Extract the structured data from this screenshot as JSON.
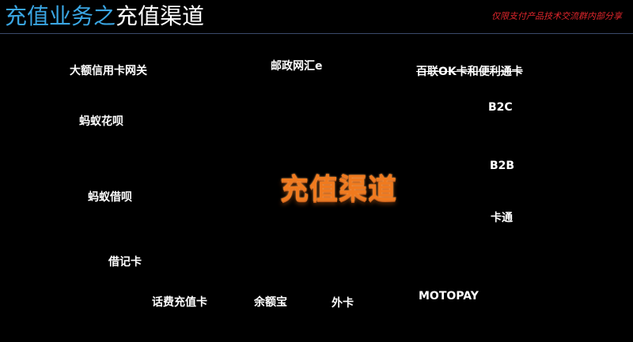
{
  "header": {
    "title_part1": "充值业务之",
    "title_part2": "充值渠道",
    "notice": "仅限支付产品技术交流群内部分享"
  },
  "center_label": "充值渠道",
  "channels": {
    "large_credit_gateway": "大额信用卡网关",
    "postal_ehui": "邮政网汇e",
    "bailian_ok_card": "百联OK卡和便利通卡",
    "ant_huabei": "蚂蚁花呗",
    "b2c": "B2C",
    "b2b": "B2B",
    "ant_jiebei": "蚂蚁借呗",
    "katong": "卡通",
    "debit_card": "借记卡",
    "phone_fee_card": "话费充值卡",
    "yuebao": "余额宝",
    "foreign_card": "外卡",
    "motopay": "MOTOPAY"
  }
}
